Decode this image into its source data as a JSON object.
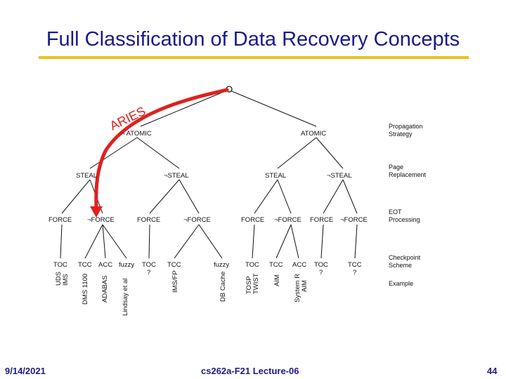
{
  "slide": {
    "title": "Full Classification of Data Recovery Concepts",
    "footer_left": "9/14/2021",
    "footer_center": "cs262a-F21 Lecture-06",
    "footer_right": "44"
  },
  "annotation": {
    "text": "ARIES",
    "color": "#e02020"
  },
  "tree": {
    "level1": [
      "¬ ATOMIC",
      "ATOMIC"
    ],
    "level2": [
      "STEAL",
      "¬STEAL",
      "STEAL",
      "¬STEAL"
    ],
    "level3": [
      "FORCE",
      "¬FORCE",
      "FORCE",
      "¬FORCE",
      "FORCE",
      "¬FORCE",
      "FORCE",
      "¬FORCE"
    ],
    "level4": [
      "TOC",
      "TCC",
      "ACC",
      "fuzzy",
      "TOC",
      "TCC",
      "fuzzy",
      "TOC",
      "TCC",
      "ACC",
      "TOC",
      "TCC"
    ],
    "question_marks": [
      "?",
      "?",
      "?"
    ],
    "examples": [
      "UDS",
      "IMS",
      "DMS 1100",
      "ADABAS",
      "Lindsay et al",
      "IMS/FP",
      "DB Cache",
      "TOSP",
      "TWIST",
      "AIM",
      "System R",
      "AIM"
    ]
  },
  "legend": {
    "propagation_line1": "Propagation",
    "propagation_line2": "Strategy",
    "page_line1": "Page",
    "page_line2": "Replacement",
    "eot_line1": "EOT",
    "eot_line2": "Processing",
    "checkpoint_line1": "Checkpoint",
    "checkpoint_line2": "Scheme",
    "example": "Example"
  }
}
